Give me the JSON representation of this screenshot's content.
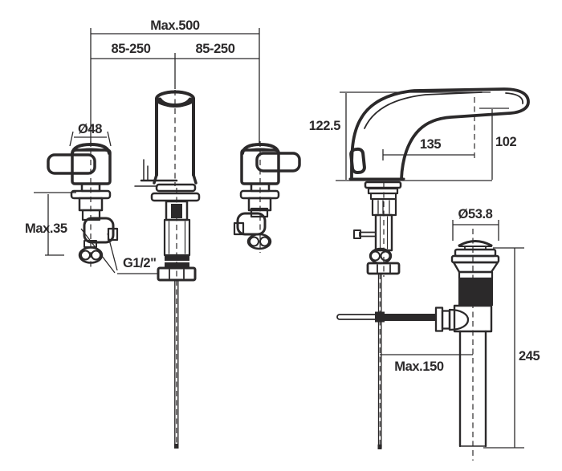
{
  "drawing": {
    "line_color": "#2b292a",
    "background_color": "#ffffff",
    "front_view": {
      "dim_total_width": "Max.500",
      "dim_left_spacing": "85-250",
      "dim_right_spacing": "85-250",
      "dim_handle_diameter": "Ø48",
      "dim_deck_thickness": "Max.35",
      "thread_label": "G1/2\""
    },
    "side_view": {
      "dim_spout_height": "122.5",
      "dim_spout_reach": "135",
      "dim_outlet_height": "102",
      "dim_drain_diameter": "Ø53.8",
      "dim_popup_rod": "Max.150",
      "dim_drain_height": "245"
    }
  }
}
